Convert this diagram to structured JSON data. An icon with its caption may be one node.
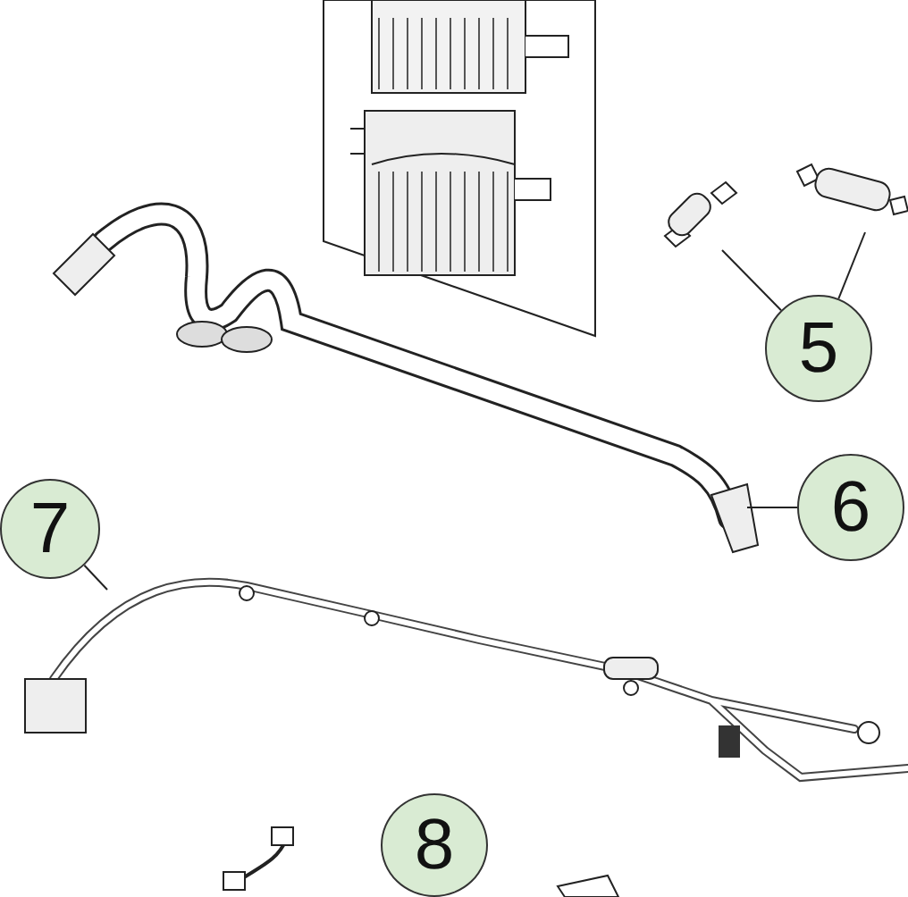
{
  "diagram": {
    "nodes": [
      {
        "text": [],
        "shape": "picture"
      },
      {
        "text": [],
        "shape": "picture"
      },
      {
        "text": [
          "5"
        ]
      },
      {
        "text": [],
        "shape": "picture"
      },
      {
        "text": [
          "6"
        ]
      },
      {
        "text": [
          "7"
        ]
      },
      {
        "text": [],
        "shape": "picture"
      },
      {
        "text": [
          "8"
        ]
      }
    ],
    "edges": [
      {
        "from": 2,
        "to": 0,
        "arrow": "none"
      },
      {
        "from": 2,
        "to": 1,
        "arrow": "none"
      },
      {
        "from": 4,
        "to": 3,
        "arrow": "none"
      },
      {
        "from": 5,
        "to": 6,
        "arrow": "none"
      }
    ]
  }
}
